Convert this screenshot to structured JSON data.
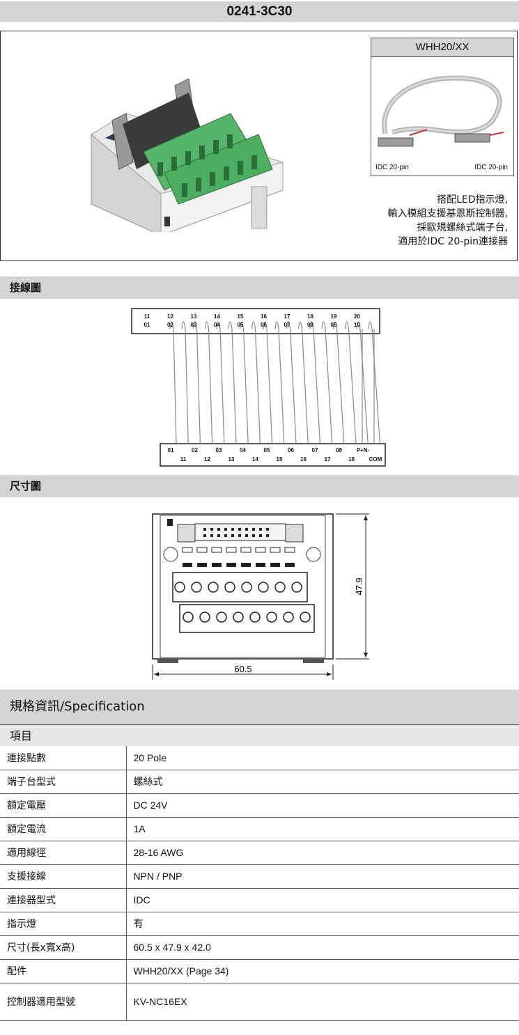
{
  "title": "0241-3C30",
  "cable": {
    "name": "WHH20/XX",
    "left_label": "IDC 20-pin",
    "right_label": "IDC 20-pin"
  },
  "description": [
    "搭配LED指示燈,",
    "輸入模組支援基恩斯控制器,",
    "採歐規螺絲式端子台,",
    "適用於IDC 20-pin連接器"
  ],
  "sections": {
    "wiring": "接線圖",
    "dimension": "尺寸圖",
    "spec": "規格資訊/Specification",
    "item": "項目"
  },
  "wiring": {
    "top_row1": [
      "11",
      "12",
      "13",
      "14",
      "15",
      "16",
      "17",
      "18",
      "19",
      "20"
    ],
    "top_row2": [
      "01",
      "02",
      "03",
      "04",
      "05",
      "06",
      "07",
      "08",
      "09",
      "10"
    ],
    "bottom_row1": [
      "01",
      "02",
      "03",
      "04",
      "05",
      "06",
      "07",
      "08",
      "P+N-"
    ],
    "bottom_row2": [
      "11",
      "12",
      "13",
      "14",
      "15",
      "16",
      "17",
      "18",
      "COM"
    ]
  },
  "dimension": {
    "width_label": "60.5",
    "height_label": "47.9"
  },
  "spec_rows": [
    {
      "key": "連接點數",
      "value": "20 Pole"
    },
    {
      "key": "端子台型式",
      "value": "螺絲式"
    },
    {
      "key": "額定電壓",
      "value": "DC 24V"
    },
    {
      "key": "額定電流",
      "value": "1A"
    },
    {
      "key": "適用線徑",
      "value": "28-16 AWG"
    },
    {
      "key": "支援接線",
      "value": "NPN / PNP"
    },
    {
      "key": "連接器型式",
      "value": "IDC"
    },
    {
      "key": "指示燈",
      "value": "有"
    },
    {
      "key": "尺寸(長x寬x高)",
      "value": "60.5 x 47.9 x 42.0"
    },
    {
      "key": "配件",
      "value": "WHH20/XX (Page 34)"
    },
    {
      "key": "控制器適用型號",
      "value": "KV-NC16EX"
    }
  ]
}
